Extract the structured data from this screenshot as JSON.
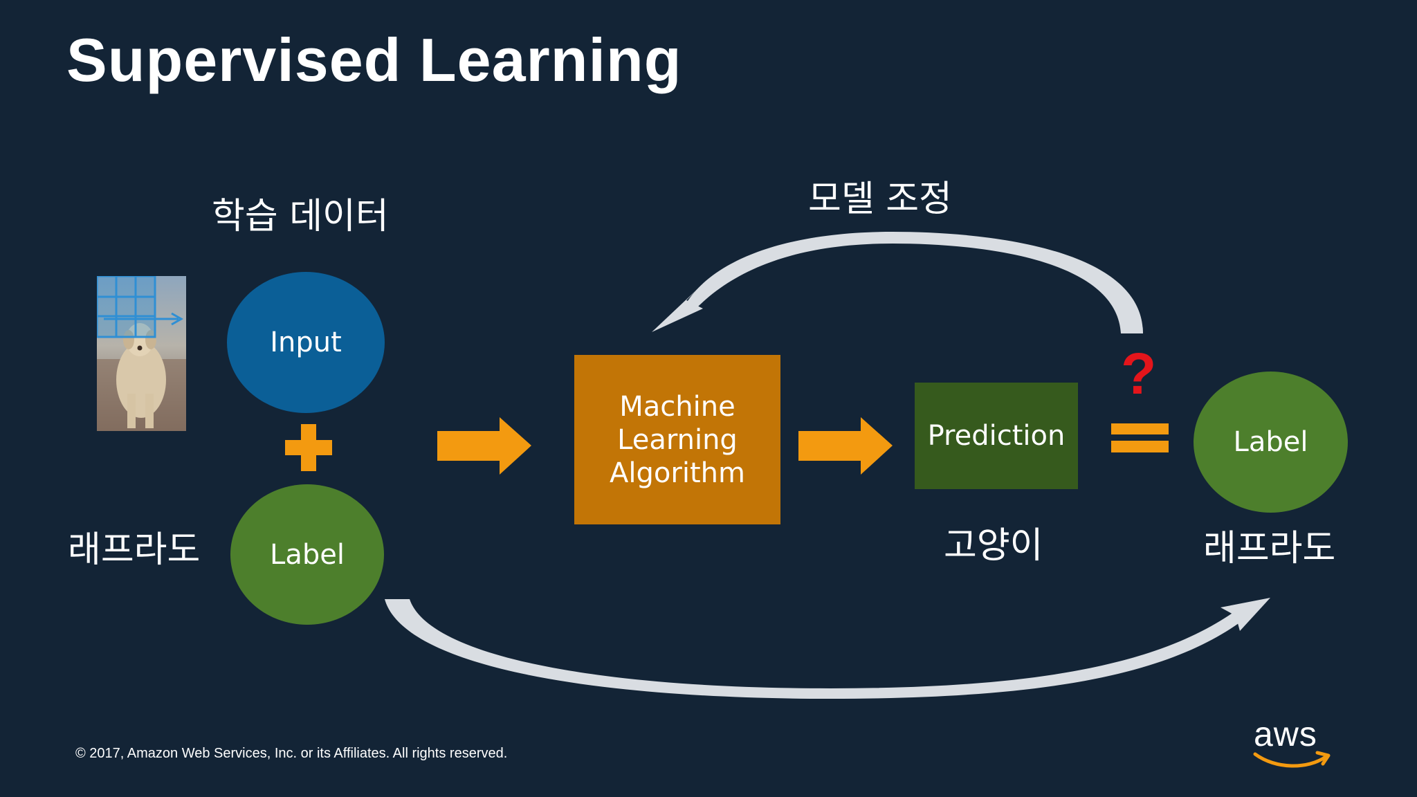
{
  "slide": {
    "title": "Supervised Learning",
    "training_data_label": "학습 데이터",
    "model_adjust_label": "모델 조정",
    "input_label": "Input",
    "label_left": "Label",
    "left_label_value": "래프라도",
    "algorithm_label": "Machine Learning Algorithm",
    "prediction_label": "Prediction",
    "prediction_value": "고양이",
    "question_mark": "?",
    "label_right": "Label",
    "right_label_value": "래프라도",
    "copyright": "© 2017, Amazon Web Services, Inc. or its Affiliates. All rights reserved.",
    "logo_text": "aws"
  },
  "icons": {
    "plus": "plus-icon",
    "arrow": "right-arrow-icon",
    "equals": "equals-icon",
    "feedback_arrow": "curved-arrow-icon",
    "logo_smile": "aws-smile-icon"
  },
  "colors": {
    "background": "#132436",
    "input": "#0b5f97",
    "label": "#4d7f2c",
    "algorithm": "#c27506",
    "prediction": "#365a1d",
    "accent_orange": "#f39a10",
    "question": "#e4151b"
  }
}
